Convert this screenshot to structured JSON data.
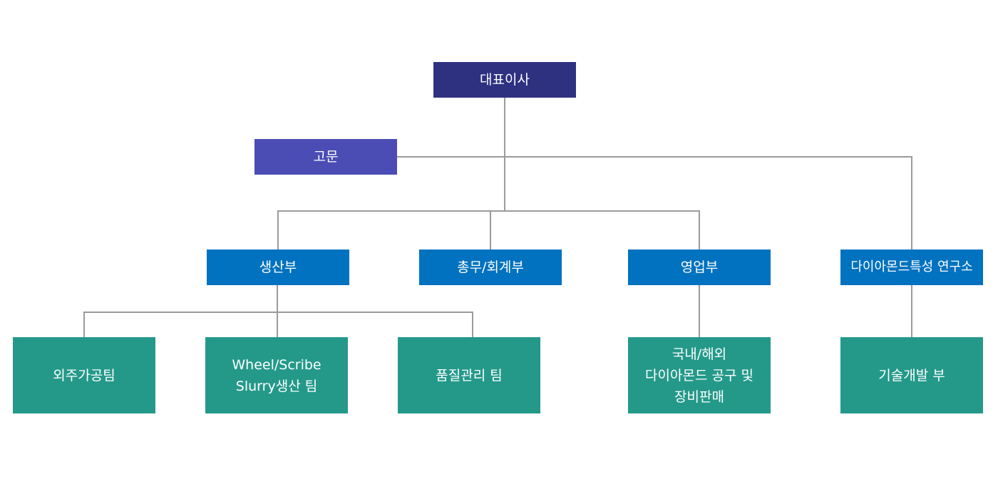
{
  "ceo": {
    "label": "대표이사"
  },
  "advisor": {
    "label": "고문"
  },
  "departments": {
    "production": "생산부",
    "admin": "총무/회계부",
    "sales": "영업부",
    "lab": "다이아몬드특성 연구소"
  },
  "teams": {
    "outsourcing": "외주가공팀",
    "wheel_scribe": "Wheel/Scribe\nSlurry생산 팀",
    "quality": "품질관리 팀",
    "domestic_overseas": "국내/해외\n다이아몬드 공구 및\n장비판매",
    "tech_dev": "기술개발 부"
  },
  "colors": {
    "ceo": "#2e3180",
    "advisor": "#4b4db4",
    "department": "#0072bf",
    "team": "#24998a",
    "connector": "#9b9b9b"
  }
}
